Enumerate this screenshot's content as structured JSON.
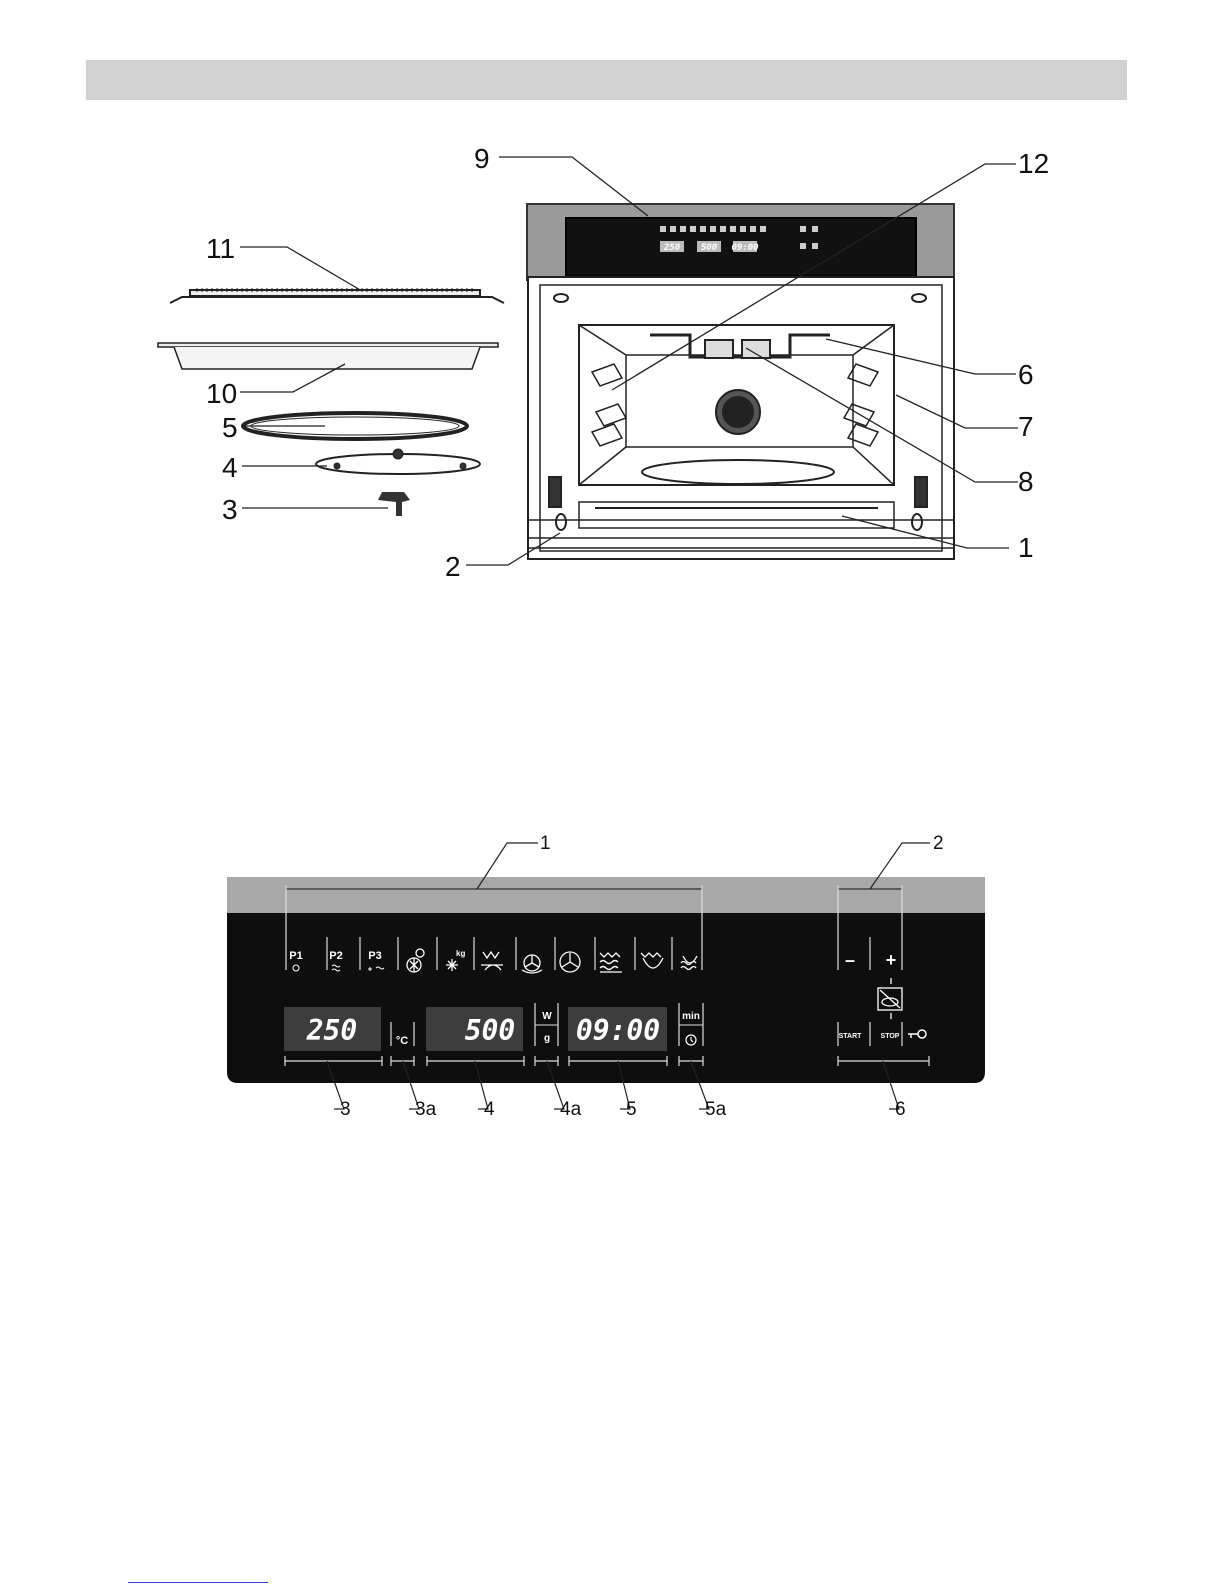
{
  "oven_diagram": {
    "callouts": [
      "1",
      "2",
      "3",
      "4",
      "5",
      "6",
      "7",
      "8",
      "9",
      "10",
      "11",
      "12"
    ],
    "mini_display": {
      "temp": "250",
      "weight": "500",
      "time": "09:00"
    }
  },
  "control_panel": {
    "callouts": [
      "1",
      "2",
      "3",
      "3a",
      "4",
      "4a",
      "5",
      "5a",
      "6"
    ],
    "program_buttons": [
      "P1",
      "P2",
      "P3"
    ],
    "displays": {
      "temperature": "250",
      "weight_power": "500",
      "time": "09:00"
    },
    "units": {
      "temperature": "°C",
      "power": "W",
      "weight": "g",
      "time": "min"
    },
    "buttons": {
      "minus": "–",
      "plus": "+",
      "start": "START",
      "stop": "STOP"
    },
    "icons": [
      "defrost-time-icon",
      "defrost-weight-icon",
      "grill-icon",
      "grill-fan-icon",
      "hot-air-icon",
      "steam-icon",
      "bottom-heat-icon",
      "descale-icon",
      "rotation-off-icon",
      "key-lock-icon",
      "clock-icon"
    ]
  }
}
